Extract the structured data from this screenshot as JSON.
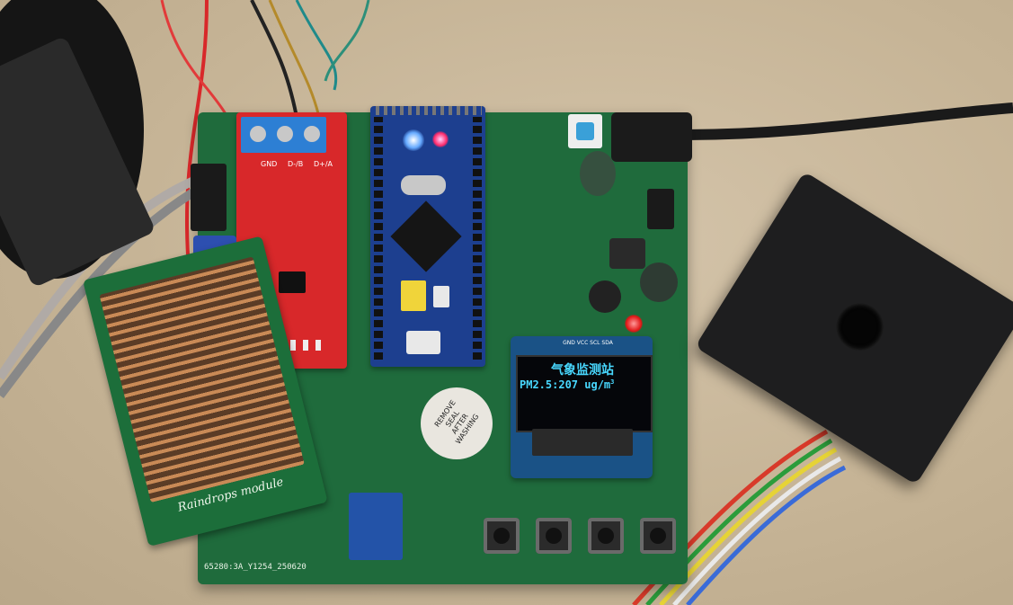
{
  "oled": {
    "title": "气象监测站",
    "reading_label": "PM2.5:207 ug/m",
    "reading_unit_sup": "3",
    "header": "GND VCC SCL SDA"
  },
  "rain_module": {
    "label": "Raindrops module"
  },
  "pcb": {
    "serial": "65280:3A_Y1254_250620"
  },
  "red_module": {
    "terminal_labels": [
      "GND",
      "D-/B",
      "D+/A"
    ]
  },
  "buzzer": {
    "label_lines": [
      "REMOVE",
      "SEAL",
      "AFTER",
      "WASHING"
    ]
  },
  "colors": {
    "pcb_green": "#1f6b3c",
    "oled_text": "#48d8ff",
    "stm32_blue": "#1d3f8f",
    "rs485_red": "#d8282a"
  }
}
